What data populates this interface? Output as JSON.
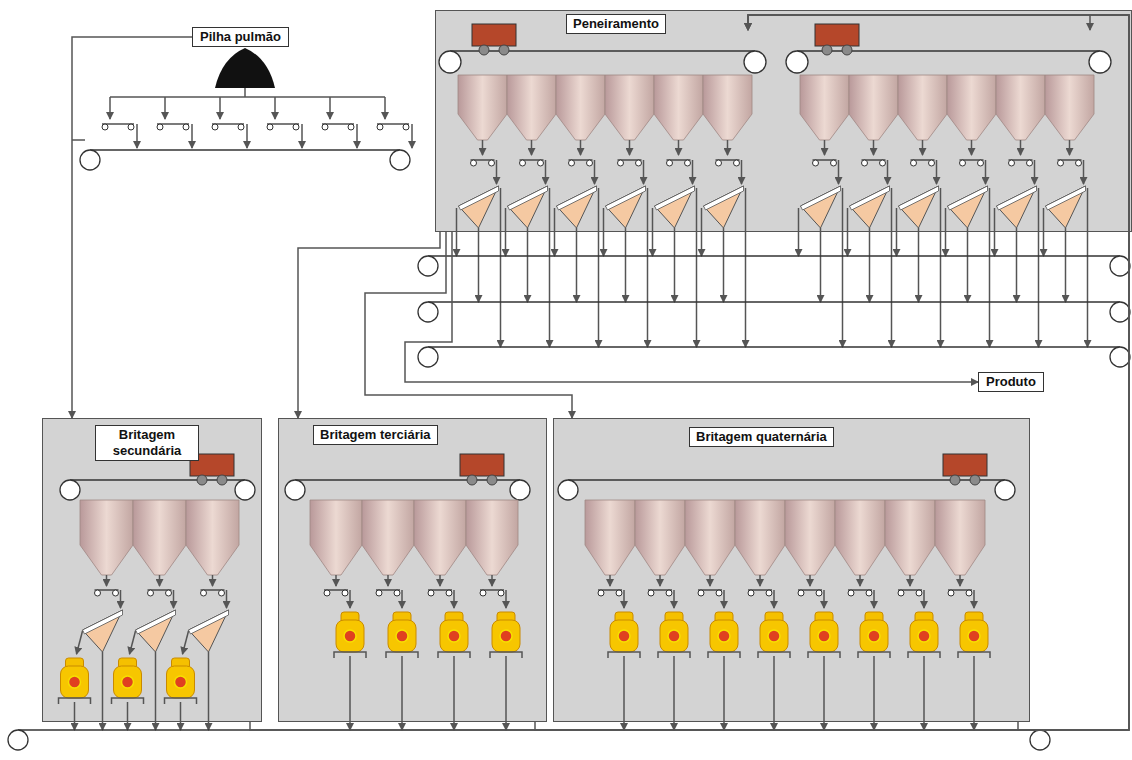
{
  "diagram": {
    "nodes": [
      {
        "text": [
          "Pilha pulmão"
        ]
      },
      {
        "text": [
          "Peneiramento"
        ]
      },
      {
        "text": [
          "Britagem secundária"
        ]
      },
      {
        "text": [
          "Britagem terciária"
        ]
      },
      {
        "text": [
          "Britagem quaternária"
        ]
      },
      {
        "text": [
          "Produto"
        ]
      }
    ],
    "edges": [
      {
        "from": 0,
        "to": 2,
        "arrow": "to"
      },
      {
        "from": 1,
        "to": 3,
        "arrow": "to"
      },
      {
        "from": 1,
        "to": 4,
        "arrow": "to"
      },
      {
        "from": 1,
        "to": 5,
        "arrow": "to"
      },
      {
        "from": 2,
        "to": 1,
        "arrow": "to"
      },
      {
        "from": 3,
        "to": 1,
        "arrow": "to"
      },
      {
        "from": 4,
        "to": 1,
        "arrow": "to"
      }
    ]
  }
}
